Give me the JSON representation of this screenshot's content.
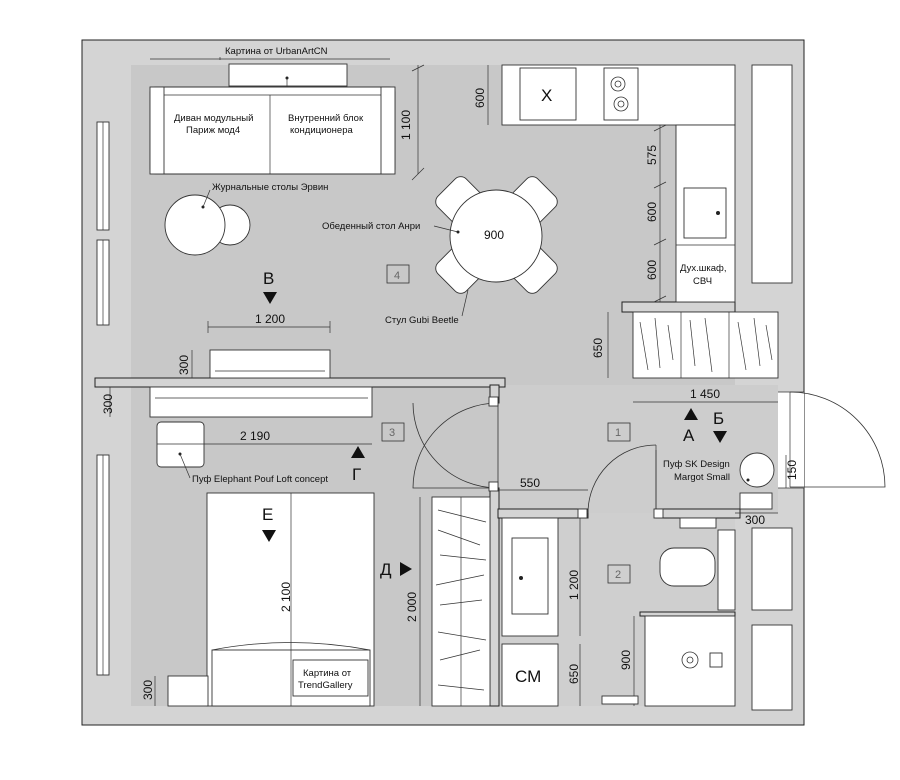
{
  "labels": {
    "painting_top": "Картина от UrbanArtCN",
    "sofa": [
      "Диван модульный",
      "Париж мод4"
    ],
    "ac_unit": [
      "Внутренний блок",
      "кондиционера"
    ],
    "coffee_tables": "Журнальные столы Эрвин",
    "dining_table": "Обеденный стол Анри",
    "chair": "Стул Gubi Beetle",
    "fridge": "Х",
    "oven": [
      "Дух.шкаф,",
      "СВЧ"
    ],
    "pouf_elephant": "Пуф Elephant Pouf Loft concept",
    "pouf_sk": [
      "Пуф SK Design",
      "Margot Small"
    ],
    "washer": "СМ",
    "painting_bed": [
      "Картина от",
      "TrendGallery"
    ]
  },
  "dimensions": {
    "sofa_depth": "1 100",
    "kitchen_600_top": "600",
    "d575": "575",
    "d600_a": "600",
    "d600_b": "600",
    "table_diameter": "900",
    "d1200_living": "1 200",
    "d300_living": "300",
    "d650_wardrobe": "650",
    "d1450": "1 450",
    "d300_bed_top": "300",
    "d2190": "2 190",
    "d550": "550",
    "d150": "150",
    "d300_bath": "300",
    "bed_length": "2 100",
    "d2000": "2 000",
    "d1200_bath": "1 200",
    "d650_bath": "650",
    "d900_shower": "900",
    "d300_bottom": "300"
  },
  "rooms": [
    "1",
    "2",
    "3",
    "4"
  ],
  "view_markers": {
    "A": "А",
    "B": "Б",
    "V": "В",
    "G": "Г",
    "D": "Д",
    "E": "Е"
  }
}
